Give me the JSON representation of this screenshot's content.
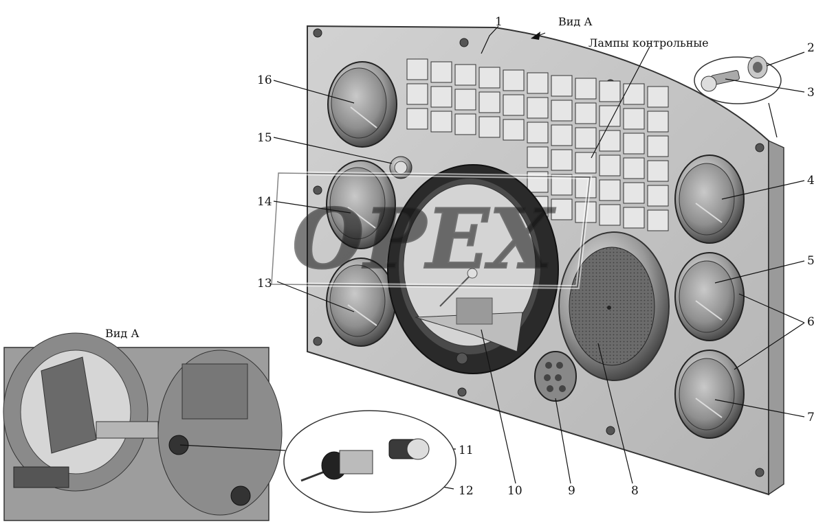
{
  "view_label": "Вид А",
  "inset_title": "Вид А",
  "lamps_label": "Лампы контрольные",
  "watermark": "OPEX",
  "callouts": {
    "c1": "1",
    "c2": "2",
    "c3": "3",
    "c4": "4",
    "c5": "5",
    "c6": "6",
    "c7": "7",
    "c8": "8",
    "c9": "9",
    "c10": "10",
    "c11": "11",
    "c12": "12",
    "c13": "13",
    "c14": "14",
    "c15": "15",
    "c16": "16"
  }
}
